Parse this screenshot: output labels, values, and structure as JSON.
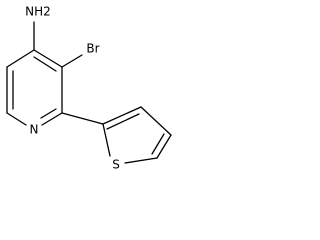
{
  "molecule": {
    "atoms": {
      "amine": "NH2",
      "bromine": "Br",
      "pyridine_nitrogen": "N",
      "thiophene_sulfur": "S"
    }
  },
  "colors": {
    "bond": "#000000",
    "label": "#000000",
    "background": "#ffffff"
  }
}
